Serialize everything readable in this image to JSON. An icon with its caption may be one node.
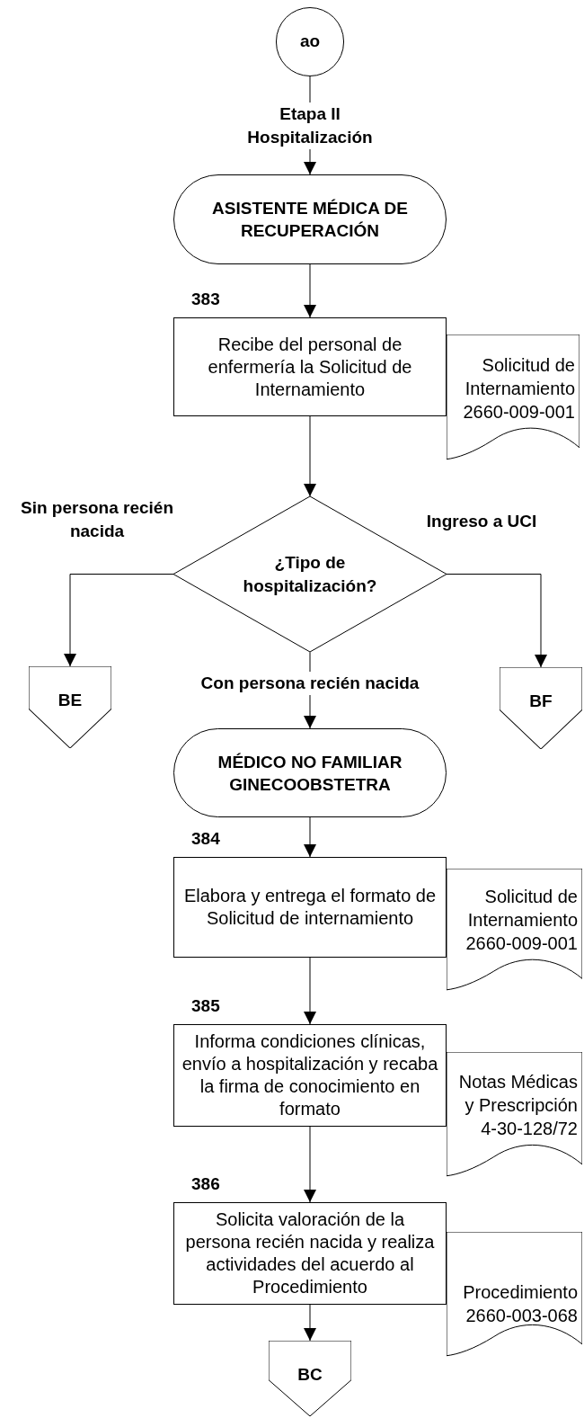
{
  "diagram": {
    "nodes": [
      {
        "text": [
          "ao"
        ]
      },
      {
        "text": [
          "ASISTENTE MÉDICA DE RECUPERACIÓN"
        ]
      },
      {
        "text": [
          "Recibe del personal de enfermería la Solicitud de Internamiento"
        ],
        "beside": [
          "383"
        ]
      },
      {
        "text": [
          "Solicitud de Internamiento 2660-009-001"
        ]
      },
      {
        "text": [
          "¿Tipo de hospitalización?"
        ]
      },
      {
        "text": [
          "BE"
        ]
      },
      {
        "text": [
          "BF"
        ]
      },
      {
        "text": [
          "MÉDICO NO FAMILIAR GINECOOBSTETRA"
        ]
      },
      {
        "text": [
          "Elabora y entrega el formato de Solicitud de internamiento"
        ],
        "beside": [
          "384"
        ]
      },
      {
        "text": [
          "Solicitud de Internamiento 2660-009-001"
        ]
      },
      {
        "text": [
          "Informa condiciones clínicas, envío a hospitalización y recaba la firma de conocimiento en formato"
        ],
        "beside": [
          "385"
        ]
      },
      {
        "text": [
          "Notas Médicas y Prescripción 4-30-128/72"
        ]
      },
      {
        "text": [
          "Solicita valoración de la persona recién nacida y realiza actividades del acuerdo al Procedimiento"
        ],
        "beside": [
          "386"
        ]
      },
      {
        "text": [
          "Procedimiento 2660-003-068"
        ]
      },
      {
        "text": [
          "BC"
        ]
      }
    ],
    "edges": [
      {
        "from": 0,
        "to": 1,
        "arrow": "to",
        "label": "Etapa II Hospitalización"
      },
      {
        "from": 1,
        "to": 2,
        "arrow": "to"
      },
      {
        "from": 2,
        "to": 4,
        "arrow": "to"
      },
      {
        "from": 4,
        "to": 5,
        "arrow": "to",
        "label": "Sin persona recién nacida"
      },
      {
        "from": 4,
        "to": 6,
        "arrow": "to",
        "label": "Ingreso a UCI"
      },
      {
        "from": 4,
        "to": 7,
        "arrow": "to",
        "label": "Con persona recién nacida"
      },
      {
        "from": 7,
        "to": 8,
        "arrow": "to"
      },
      {
        "from": 8,
        "to": 10,
        "arrow": "to"
      },
      {
        "from": 10,
        "to": 12,
        "arrow": "to"
      },
      {
        "from": 12,
        "to": 14,
        "arrow": "to"
      }
    ]
  }
}
